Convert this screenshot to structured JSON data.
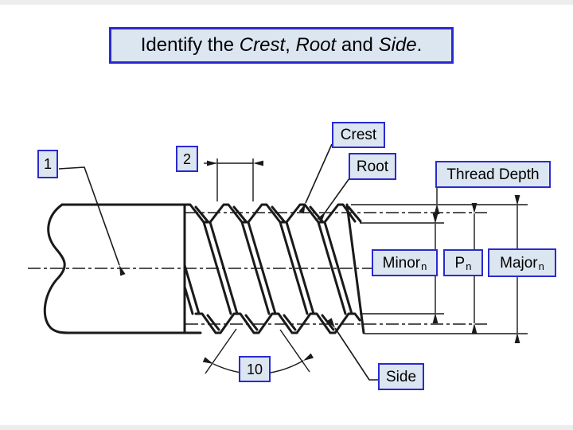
{
  "title": {
    "parts": [
      {
        "t": "Identify the ",
        "italic": false
      },
      {
        "t": "Crest",
        "italic": true
      },
      {
        "t": ", ",
        "italic": false
      },
      {
        "t": "Root",
        "italic": true
      },
      {
        "t": " and ",
        "italic": false
      },
      {
        "t": "Side",
        "italic": true
      },
      {
        "t": ".",
        "italic": false
      }
    ]
  },
  "callouts": {
    "one": "1",
    "two": "2",
    "crest": "Crest",
    "root": "Root",
    "thread_depth": "Thread Depth",
    "minor": {
      "text": "Minor",
      "sub": "n"
    },
    "pitch": {
      "text": "P",
      "sub": "n"
    },
    "major": {
      "text": "Major",
      "sub": "n"
    },
    "angle": "10",
    "side": "Side"
  },
  "colors": {
    "label_fill": "#dce6f1",
    "label_border": "#2a2ad0",
    "line_color": "#1a1a1a"
  }
}
